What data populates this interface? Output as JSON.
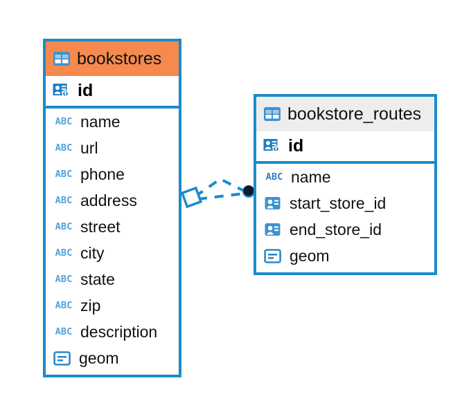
{
  "diagram": {
    "title": "database-er-diagram",
    "background": "#ffffff",
    "accent_color": "#1B8BCB",
    "header_highlight_color": "#F5894E",
    "header_plain_color": "#EDEDED"
  },
  "tables": [
    {
      "name": "bookstores",
      "header_icon": "table-icon",
      "header_style": "orange",
      "primary_key": {
        "label": "id",
        "icon": "primary-key-icon"
      },
      "fields": [
        {
          "label": "name",
          "icon": "text-abc-icon"
        },
        {
          "label": "url",
          "icon": "text-abc-icon"
        },
        {
          "label": "phone",
          "icon": "text-abc-icon"
        },
        {
          "label": "address",
          "icon": "text-abc-icon"
        },
        {
          "label": "street",
          "icon": "text-abc-icon"
        },
        {
          "label": "city",
          "icon": "text-abc-icon"
        },
        {
          "label": "state",
          "icon": "text-abc-icon"
        },
        {
          "label": "zip",
          "icon": "text-abc-icon"
        },
        {
          "label": "description",
          "icon": "text-abc-icon"
        },
        {
          "label": "geom",
          "icon": "geometry-icon"
        }
      ]
    },
    {
      "name": "bookstore_routes",
      "header_icon": "table-icon",
      "header_style": "grey",
      "primary_key": {
        "label": "id",
        "icon": "primary-key-icon"
      },
      "fields": [
        {
          "label": "name",
          "icon": "text-abc-icon"
        },
        {
          "label": "start_store_id",
          "icon": "foreign-key-icon"
        },
        {
          "label": "end_store_id",
          "icon": "foreign-key-icon"
        },
        {
          "label": "geom",
          "icon": "geometry-icon"
        }
      ]
    }
  ],
  "relationship": {
    "name": "bookstores-to-bookstore-routes",
    "line_style": "dashed",
    "line_color": "#1B8BCB",
    "source_marker": "diamond-marker",
    "target_marker": "filled-circle-marker"
  },
  "icon_labels": {
    "abc": "ABC"
  }
}
